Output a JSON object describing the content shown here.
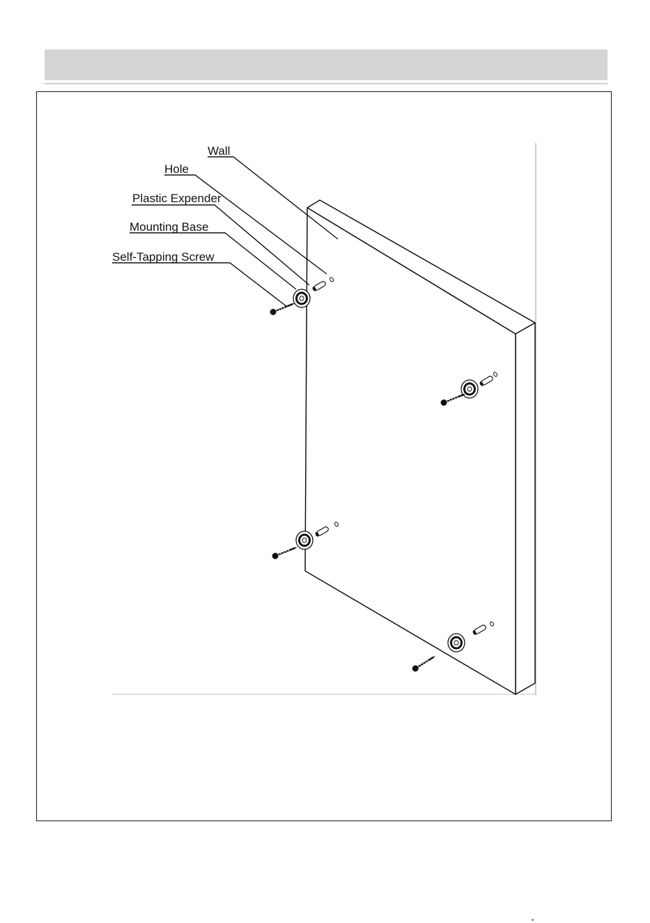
{
  "labels": {
    "wall": "Wall",
    "hole": "Hole",
    "plastic_expander": "Plastic Expender",
    "mounting_base": "Mounting Base",
    "self_tapping_screw": "Self-Tapping Screw"
  }
}
